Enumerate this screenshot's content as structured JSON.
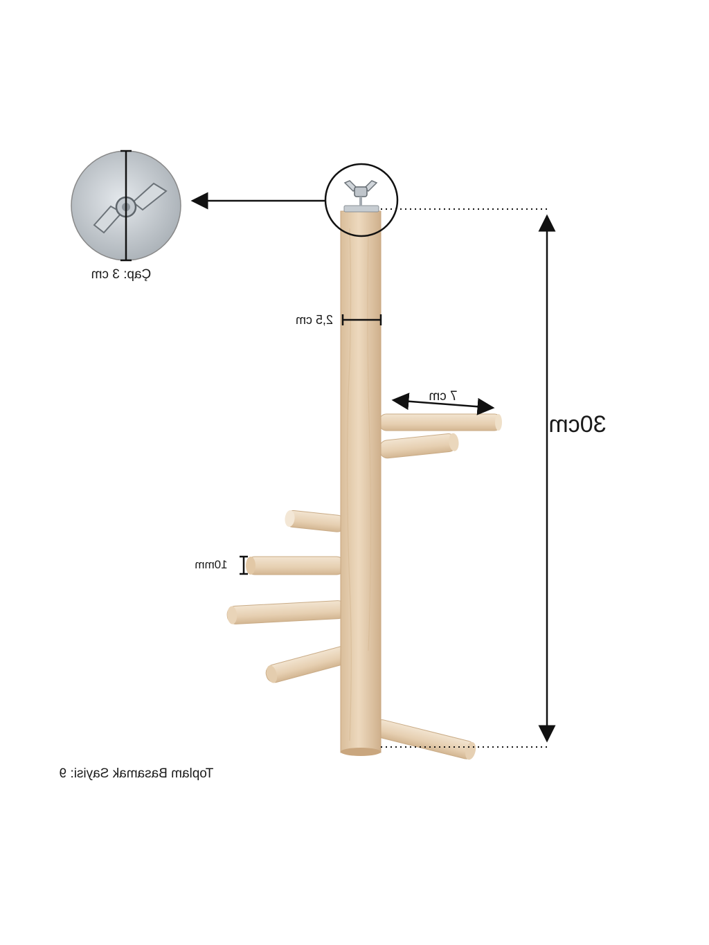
{
  "diagram": {
    "mirrored_text": true,
    "labels": {
      "cap_diameter": "Çap: 3 cm",
      "pole_width": "2,5 cm",
      "perch_length": "7 cm",
      "total_height": "30cm",
      "perch_thickness": "10mm",
      "total_steps": "Toplam Basamak Sayisi: 9"
    },
    "colors": {
      "wood": "#e8d2b6",
      "wood_shadow": "#d4b895",
      "wood_light": "#f1e3cf",
      "metal": "#c9ced3",
      "line": "#111111"
    },
    "icons": [
      "wing-nut-icon",
      "magnifier-circle-icon",
      "arrow-left-icon",
      "dimension-arrow-icon"
    ]
  }
}
